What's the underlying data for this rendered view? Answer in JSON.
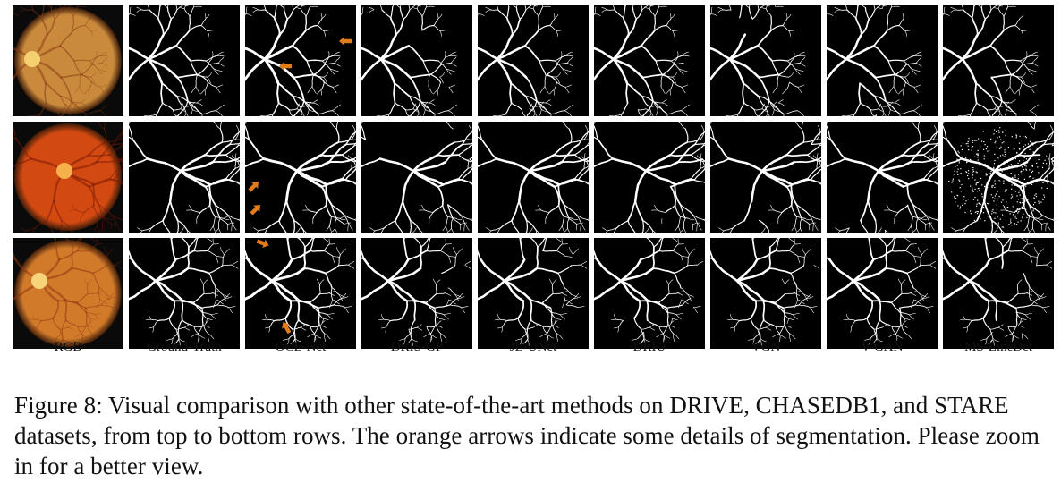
{
  "figure": {
    "columns": [
      "RGB",
      "Ground-Truth",
      "OCE-Net",
      "DRIS-GP",
      "JL-UNet",
      "DRIU",
      "VGN",
      "V-GAN",
      "MS-LineDet"
    ],
    "rows": [
      {
        "dataset": "DRIVE",
        "fundus_color": "#c98a3c",
        "disc_color": "#f4d070",
        "vessel_color": "#8a3a15",
        "oce_arrow_count": 2,
        "last_column_noisy": false
      },
      {
        "dataset": "CHASEDB1",
        "fundus_color": "#d24a12",
        "disc_color": "#f6b14b",
        "vessel_color": "#7e1a06",
        "oce_arrow_count": 2,
        "last_column_noisy": true
      },
      {
        "dataset": "STARE",
        "fundus_color": "#d07a2a",
        "disc_color": "#f7d37a",
        "vessel_color": "#913410",
        "oce_arrow_count": 2,
        "last_column_noisy": false
      }
    ],
    "arrow_color": "#e07c1c",
    "caption": "Figure 8: Visual comparison with other state-of-the-art methods on DRIVE, CHASEDB1, and STARE datasets, from top to bottom rows. The orange arrows indicate some details of segmentation. Please zoom in for a better view."
  }
}
